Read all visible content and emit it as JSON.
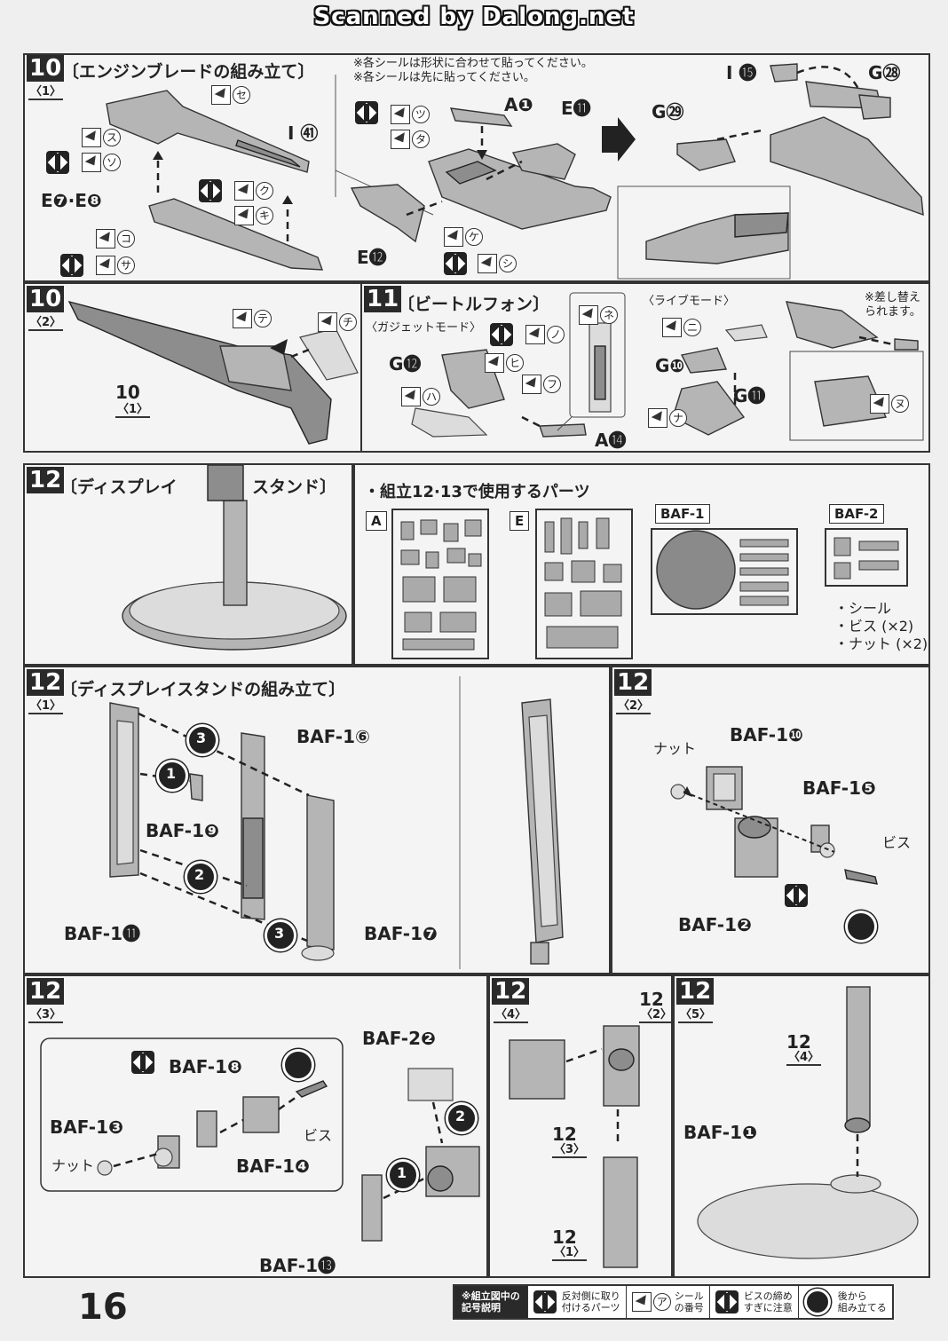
{
  "banner": "Scanned by Dalong.net",
  "step10_1": {
    "num": "10",
    "sub": "〈1〉",
    "title": "〔エンジンブレードの組み立て〕",
    "notes": [
      "※各シールは形状に合わせて貼ってください。",
      "※各シールは先に貼ってください。"
    ],
    "parts": {
      "i41": "I ㊶",
      "e78": "E❼·E❽",
      "a1": "A❶",
      "e11": "E⓫",
      "e12": "E⓬",
      "i15": "I ⓯",
      "g28": "G㉘",
      "g29": "G㉙"
    },
    "stickers": {
      "se": "セ",
      "su": "ス",
      "so": "ソ",
      "tsu": "ツ",
      "ta": "タ",
      "ku": "ク",
      "ki": "キ",
      "ko": "コ",
      "sa": "サ",
      "ke": "ケ",
      "shi": "シ"
    }
  },
  "step10_2": {
    "num": "10",
    "sub": "〈2〉",
    "ref": "10",
    "ref_sub": "〈1〉",
    "stickers": {
      "te": "テ",
      "chi": "チ"
    }
  },
  "step11": {
    "num": "11",
    "title": "〔ビートルフォン〕",
    "gadget": "〈ガジェットモード〉",
    "live": "〈ライブモード〉",
    "note": "※差し替えられます。",
    "parts": {
      "g12": "G⓬",
      "a14": "A⓮",
      "g10": "G❿",
      "g11": "G⓫"
    },
    "stickers": {
      "ne": "ネ",
      "no": "ノ",
      "hi": "ヒ",
      "fu": "フ",
      "ha": "ハ",
      "ni": "ニ",
      "na": "ナ",
      "nu": "ヌ"
    }
  },
  "step12_top": {
    "num": "12",
    "title": "〔ディスプレイ",
    "title2": "スタンド〕",
    "parts_heading": "・組立12·13で使用するパーツ",
    "runners": [
      "A",
      "E",
      "BAF-1",
      "BAF-2"
    ],
    "extras": [
      "・シール",
      "・ビス (×2)",
      "・ナット (×2)"
    ]
  },
  "step12_1": {
    "num": "12",
    "sub": "〈1〉",
    "title": "〔ディスプレイスタンドの組み立て〕",
    "labels": {
      "baf16": "BAF-1⑥",
      "baf19": "BAF-1❾",
      "baf111": "BAF-1⓫",
      "baf17": "BAF-1❼"
    },
    "seq": [
      "3",
      "1",
      "2",
      "3"
    ]
  },
  "step12_2": {
    "num": "12",
    "sub": "〈2〉",
    "labels": {
      "nut": "ナット",
      "baf110": "BAF-1❿",
      "baf15": "BAF-1❺",
      "bis": "ビス",
      "baf12": "BAF-1❷"
    }
  },
  "step12_3": {
    "num": "12",
    "sub": "〈3〉",
    "labels": {
      "baf18": "BAF-1❽",
      "baf13": "BAF-1❸",
      "nut": "ナット",
      "bis": "ビス",
      "baf14": "BAF-1❹",
      "baf22": "BAF-2❷",
      "baf113": "BAF-1⓭"
    },
    "seq": [
      "2",
      "1"
    ]
  },
  "step12_4": {
    "num": "12",
    "sub": "〈4〉",
    "refs": [
      {
        "n": "12",
        "s": "〈2〉"
      },
      {
        "n": "12",
        "s": "〈3〉"
      },
      {
        "n": "12",
        "s": "〈1〉"
      }
    ]
  },
  "step12_5": {
    "num": "12",
    "sub": "〈5〉",
    "ref": {
      "n": "12",
      "s": "〈4〉"
    },
    "label": "BAF-1❶"
  },
  "footer": {
    "page": "16",
    "legend_head": "※組立図中の\n記号説明",
    "legend": [
      "反対側に取り\n付けるパーツ",
      "シール\nの番号",
      "ビスの締め\nすぎに注意",
      "後から\n組み立てる"
    ],
    "legend_kana": "ア"
  }
}
